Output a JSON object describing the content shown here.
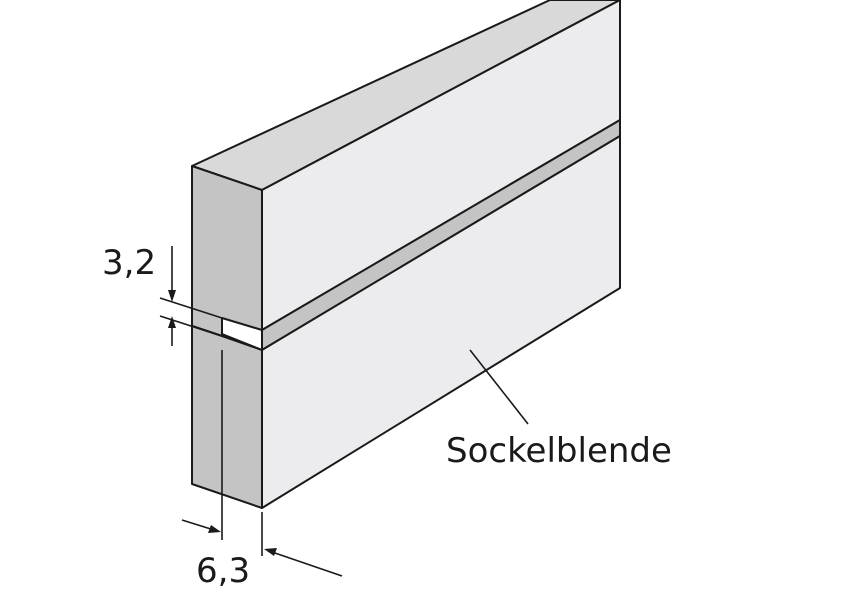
{
  "diagram": {
    "dimensions": {
      "groove_height": "3,2",
      "groove_depth": "6,3"
    },
    "part_label": "Sockelblende",
    "colors": {
      "face_light": "#ececee",
      "face_mid": "#d9d9da",
      "face_dark": "#c4c4c5",
      "edge": "#1a1a1a"
    }
  }
}
